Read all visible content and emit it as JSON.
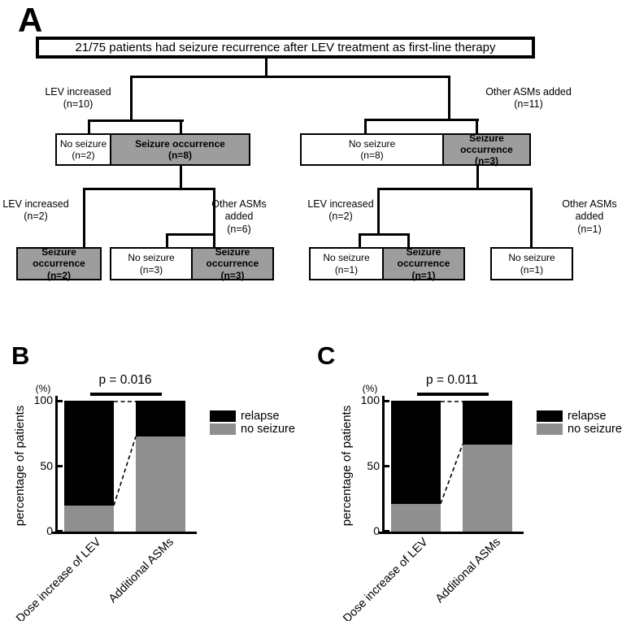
{
  "panel_a": {
    "label": "A",
    "root_box": "21/75 patients had seizure recurrence after LEV treatment as first-line therapy",
    "colors": {
      "shaded_box": "#9d9d9d",
      "line": "#000000"
    },
    "branches": [
      {
        "label": "LEV increased",
        "n": "(n=10)"
      },
      {
        "label": "Other ASMs added",
        "n": "(n=11)"
      },
      {
        "label": "LEV increased",
        "n": "(n=2)"
      },
      {
        "label": "Other ASMs added",
        "n": "(n=6)"
      },
      {
        "label": "LEV increased",
        "n": "(n=2)"
      },
      {
        "label": "Other ASMs added",
        "n": "(n=1)"
      }
    ],
    "outcomes": [
      {
        "label": "No seizure",
        "n": "(n=2)",
        "shaded": false
      },
      {
        "label": "Seizure occurrence",
        "n": "(n=8)",
        "shaded": true
      },
      {
        "label": "No seizure",
        "n": "(n=8)",
        "shaded": false
      },
      {
        "label": "Seizure occurrence",
        "n": "(n=3)",
        "shaded": true
      },
      {
        "label": "Seizure occurrence",
        "n": "(n=2)",
        "shaded": true
      },
      {
        "label": "No seizure",
        "n": "(n=3)",
        "shaded": false
      },
      {
        "label": "Seizure occurrence",
        "n": "(n=3)",
        "shaded": true
      },
      {
        "label": "No seizure",
        "n": "(n=1)",
        "shaded": false
      },
      {
        "label": "Seizure occurrence",
        "n": "(n=1)",
        "shaded": true
      },
      {
        "label": "No seizure",
        "n": "(n=1)",
        "shaded": false
      }
    ]
  },
  "chart_data": [
    {
      "panel_label": "B",
      "type": "bar",
      "subtype": "stacked-percentage",
      "p_value": "p = 0.016",
      "categories": [
        "Dose increase of LEV",
        "Additional ASMs"
      ],
      "series": [
        {
          "name": "no seizure",
          "color": "#8f8f8f",
          "values": [
            20.0,
            72.7
          ]
        },
        {
          "name": "relapse",
          "color": "#000000",
          "values": [
            80.0,
            27.3
          ]
        }
      ],
      "ylabel": "percentage of patients",
      "y_unit": "(%)",
      "yticks": [
        "0",
        "50",
        "100"
      ],
      "ylim": [
        0,
        100
      ],
      "grid": false,
      "legend_position": "right",
      "legend": [
        {
          "label": "relapse",
          "color": "#000000"
        },
        {
          "label": "no seizure",
          "color": "#8f8f8f"
        }
      ]
    },
    {
      "panel_label": "C",
      "type": "bar",
      "subtype": "stacked-percentage",
      "p_value": "p = 0.011",
      "categories": [
        "Dose increase of LEV",
        "Additional ASMs"
      ],
      "series": [
        {
          "name": "no seizure",
          "color": "#8f8f8f",
          "values": [
            21.4,
            66.7
          ]
        },
        {
          "name": "relapse",
          "color": "#000000",
          "values": [
            78.6,
            33.3
          ]
        }
      ],
      "ylabel": "percentage of patients",
      "y_unit": "(%)",
      "yticks": [
        "0",
        "50",
        "100"
      ],
      "ylim": [
        0,
        100
      ],
      "grid": false,
      "legend_position": "right",
      "legend": [
        {
          "label": "relapse",
          "color": "#000000"
        },
        {
          "label": "no seizure",
          "color": "#8f8f8f"
        }
      ]
    }
  ]
}
